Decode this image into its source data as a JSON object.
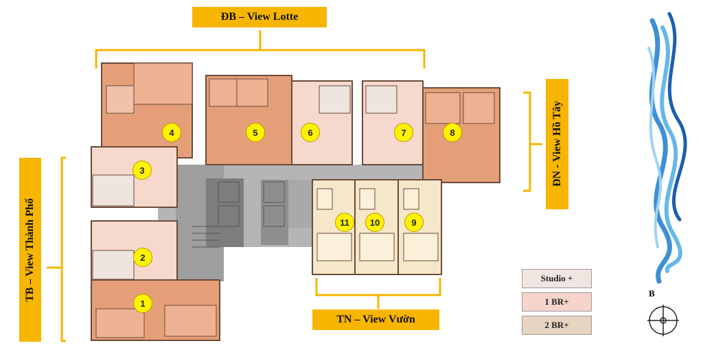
{
  "labels": {
    "top": "ĐB – View Lotte",
    "left": "TB – View Thành Phố",
    "right": "ĐN - View Hồ Tây",
    "bottom": "TN – View Vườn"
  },
  "legend": [
    {
      "label": "Studio +",
      "color": "#efe6e2"
    },
    {
      "label": "1 BR+",
      "color": "#f6d4cc"
    },
    {
      "label": "2 BR+",
      "color": "#e7d4c1"
    }
  ],
  "compass_label": "B",
  "units": [
    "1",
    "2",
    "3",
    "4",
    "5",
    "6",
    "7",
    "8",
    "9",
    "10",
    "11"
  ],
  "colors": {
    "accent": "#f7b500",
    "two_br_fill": "#e59f78",
    "one_br_fill": "#f3c8b6",
    "studio_fill": "#f5e7c9",
    "core": "#8c8c8c"
  }
}
